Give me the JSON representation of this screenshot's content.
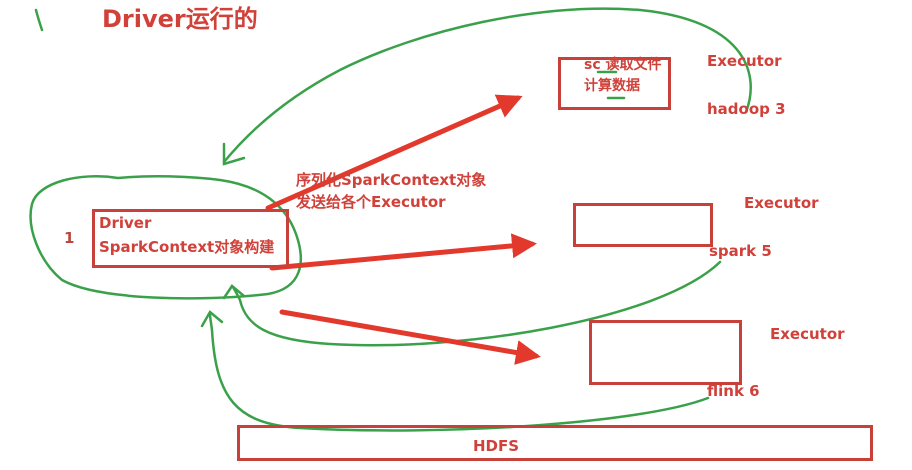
{
  "title": "Driver运行的",
  "driver": {
    "index": "1",
    "line1": "Driver",
    "line2": "SparkContext对象构建"
  },
  "serialize": {
    "line1": "序列化SparkContext对象",
    "line2": "发送给各个Executor"
  },
  "executors": [
    {
      "label": "Executor",
      "host": "hadoop 3",
      "task_line1": "sc 读取文件",
      "task_line2": "计算数据"
    },
    {
      "label": "Executor",
      "host": "spark 5"
    },
    {
      "label": "Executor",
      "host": "flink 6"
    }
  ],
  "storage": "HDFS",
  "colors": {
    "red": "#d0413a",
    "green": "#3aa14a",
    "arrow": "#e2392c"
  }
}
